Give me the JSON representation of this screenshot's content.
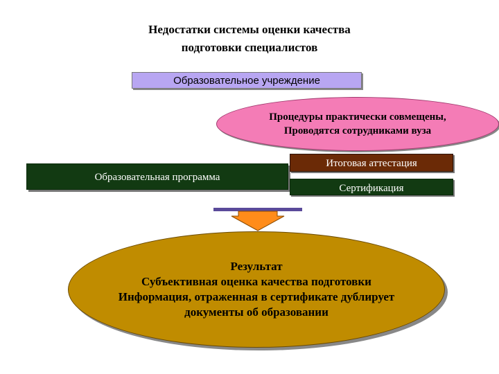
{
  "title": {
    "line1": "Недостатки системы оценки качества",
    "line2": "подготовки специалистов"
  },
  "institution": "Образовательное учреждение",
  "procedures": {
    "line1": "Процедуры практически совмещены,",
    "line2": "Проводятся сотрудниками вуза"
  },
  "program": "Образовательная программа",
  "final_attestation": "Итоговая аттестация",
  "certification": "Сертификация",
  "result": {
    "line1": "Результат",
    "line2": "Субъективная оценка качества подготовки",
    "line3": "Информация, отраженная в сертификате дублирует",
    "line4": "документы об образовании"
  },
  "colors": {
    "institution_fill": "#b8a6f2",
    "procedures_fill": "#f47cb6",
    "dark_green": "#123a12",
    "brown": "#6b2a06",
    "arrow_fill": "#ff8c1a",
    "arrow_bar": "#5a4a9a",
    "result_fill": "#c08c00"
  }
}
